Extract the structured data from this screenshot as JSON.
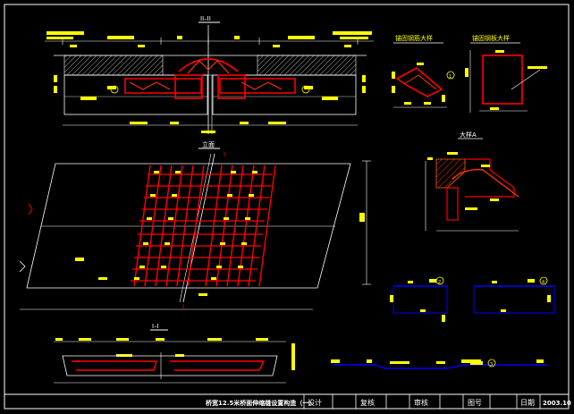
{
  "drawing": {
    "section_title": "II–II",
    "elevation_title": "立面",
    "section_mark": "I",
    "bottom_section_title": "I–I",
    "detail_left_title": "锚固钢筋大样",
    "detail_right_title": "锚固钢板大样",
    "detail_a_title": "大样A",
    "circle_labels": [
      "1",
      "2",
      "3",
      "4"
    ]
  },
  "title_block": {
    "drawing_name": "桥宽12.5米桥面伸缩缝设置构造（一）",
    "design_label": "设计",
    "review_label": "复核",
    "audit_label": "审核",
    "drawing_no_label": "图号",
    "date_label": "日期",
    "date_value": "2003.10"
  },
  "colors": {
    "background": "#000000",
    "frame": "#ffffff",
    "dimension": "#ffff00",
    "rebar": "#ff0000",
    "outline": "#0000ff",
    "hatch": "#ff6600",
    "label_fill": "#ffff00"
  }
}
